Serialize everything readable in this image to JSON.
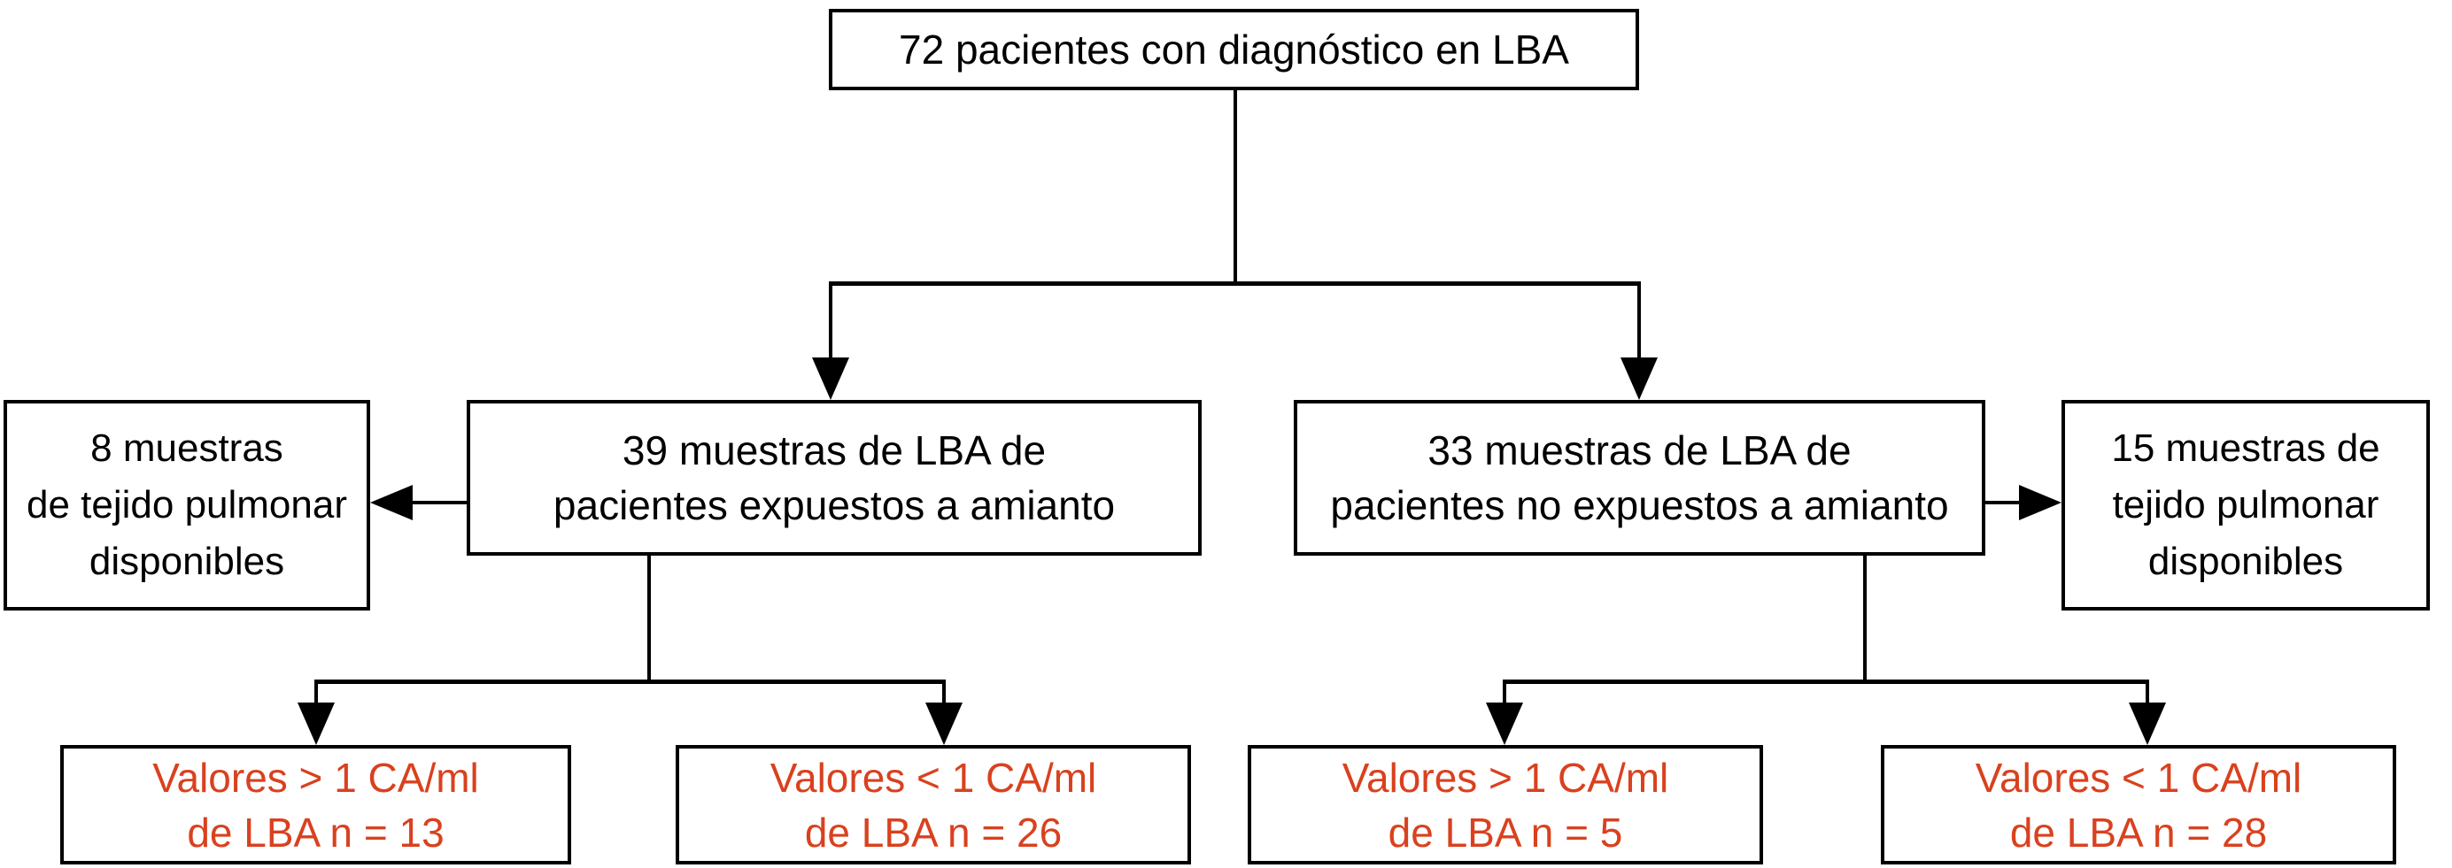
{
  "colors": {
    "background": "#ffffff",
    "line": "#000000",
    "text": "#000000",
    "accent": "#d9411e"
  },
  "diagram": {
    "type": "flowchart",
    "language": "es",
    "nodes": [
      {
        "id": "total",
        "emphasis": "normal",
        "lines": [
          "72 pacientes con diagnóstico en LBA"
        ]
      },
      {
        "id": "exposed",
        "emphasis": "normal",
        "lines": [
          "39 muestras de LBA de",
          "pacientes expuestos a amianto"
        ]
      },
      {
        "id": "not-exposed",
        "emphasis": "normal",
        "lines": [
          "33 muestras de LBA de",
          "pacientes no expuestos a amianto"
        ]
      },
      {
        "id": "tissue-exposed",
        "emphasis": "normal",
        "lines": [
          "8 muestras",
          "de tejido pulmonar",
          "disponibles"
        ]
      },
      {
        "id": "tissue-not-exposed",
        "emphasis": "normal",
        "lines": [
          "15 muestras de",
          "tejido pulmonar",
          "disponibles"
        ]
      },
      {
        "id": "exposed-high",
        "emphasis": "accent",
        "lines": [
          "Valores > 1 CA/ml",
          "de LBA n = 13"
        ]
      },
      {
        "id": "exposed-low",
        "emphasis": "accent",
        "lines": [
          "Valores < 1 CA/ml",
          "de LBA n = 26"
        ]
      },
      {
        "id": "not-exposed-high",
        "emphasis": "accent",
        "lines": [
          "Valores > 1 CA/ml",
          "de LBA n = 5"
        ]
      },
      {
        "id": "not-exposed-low",
        "emphasis": "accent",
        "lines": [
          "Valores < 1 CA/ml",
          "de LBA n = 28"
        ]
      }
    ],
    "edges": [
      {
        "from": "total",
        "to": "exposed",
        "arrow": true
      },
      {
        "from": "total",
        "to": "not-exposed",
        "arrow": true
      },
      {
        "from": "exposed",
        "to": "tissue-exposed",
        "arrow": true
      },
      {
        "from": "not-exposed",
        "to": "tissue-not-exposed",
        "arrow": true
      },
      {
        "from": "exposed",
        "to": "exposed-high",
        "arrow": true
      },
      {
        "from": "exposed",
        "to": "exposed-low",
        "arrow": true
      },
      {
        "from": "not-exposed",
        "to": "not-exposed-high",
        "arrow": true
      },
      {
        "from": "not-exposed",
        "to": "not-exposed-low",
        "arrow": true
      }
    ]
  }
}
